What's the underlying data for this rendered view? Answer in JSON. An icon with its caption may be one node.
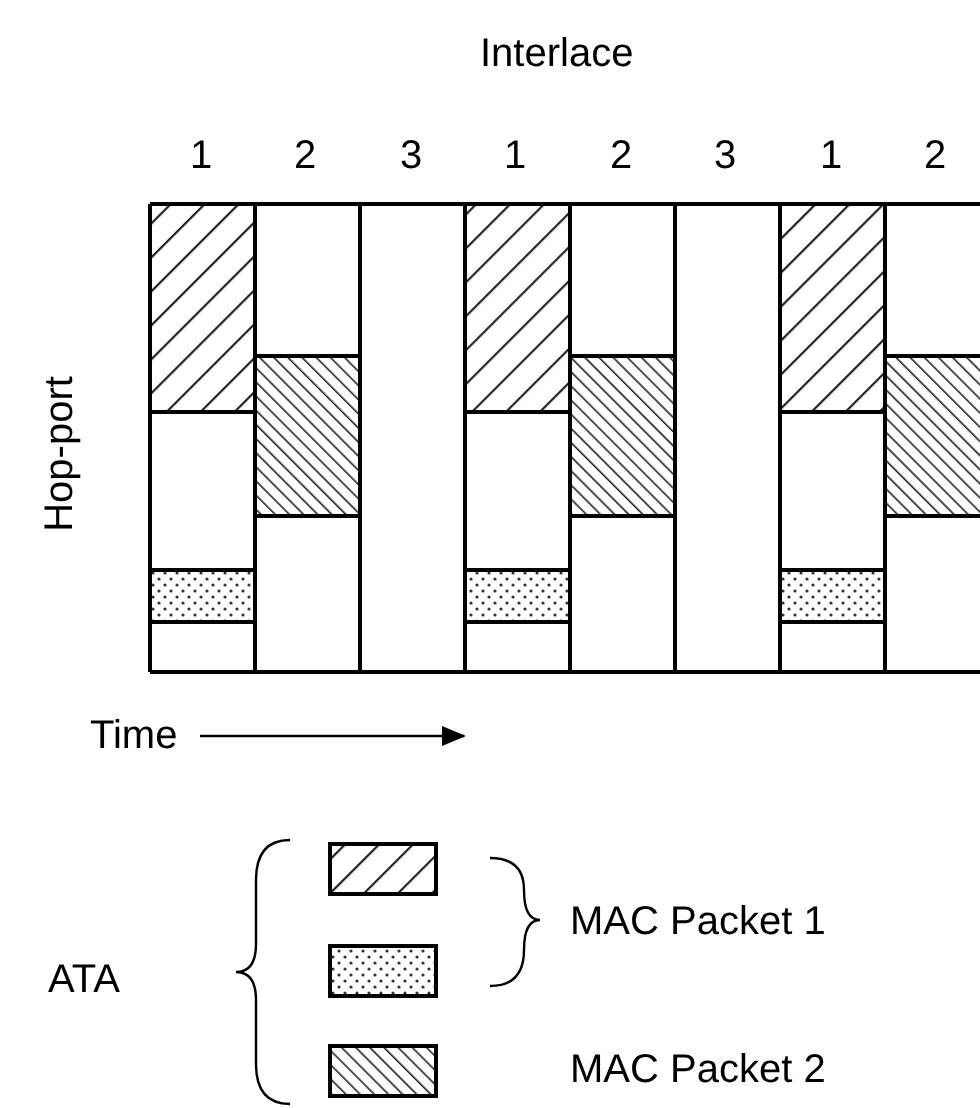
{
  "diagram": {
    "labels": [
      "Interlace",
      "1",
      "2",
      "3",
      "1",
      "2",
      "3",
      "1",
      "2",
      "Hop-port",
      "Time",
      "ATA",
      "MAC Packet 1",
      "MAC Packet 2"
    ]
  }
}
